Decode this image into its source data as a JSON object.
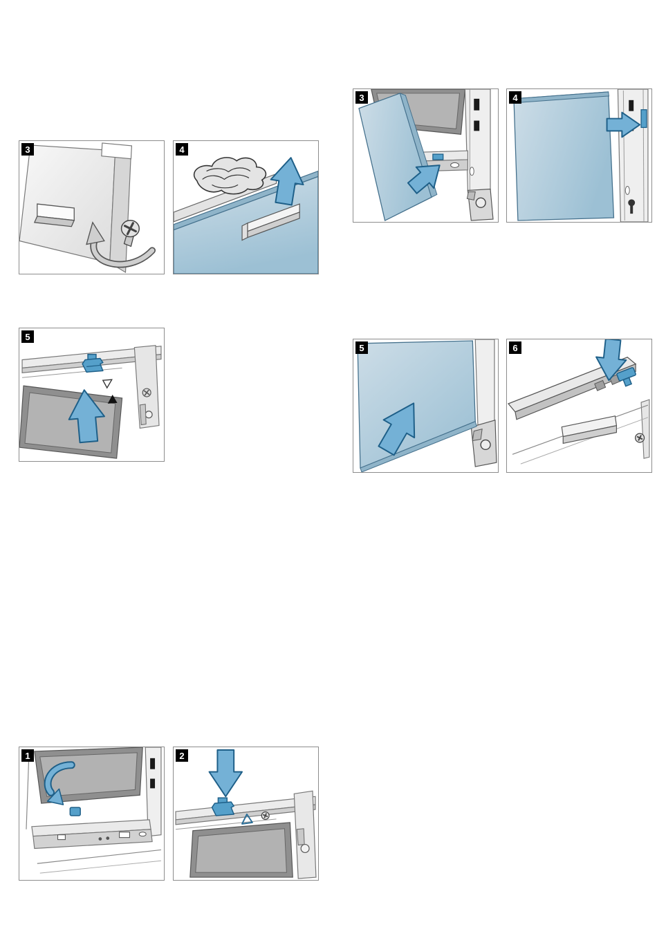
{
  "page": {
    "type": "appliance-manual-illustration-page",
    "background": "#ffffff"
  },
  "colors": {
    "badge_background": "#000000",
    "badge_number": "#ffffff",
    "arrow_blue": "#74b1d6",
    "arrow_outline": "#1e5f88",
    "glass_blue": "#b9d0de",
    "clip_blue": "#55a0ca",
    "dark_panel_gray": "#8f8f8f",
    "line_gray": "#555555"
  },
  "panels": [
    {
      "number": "3"
    },
    {
      "number": "4"
    },
    {
      "number": "5"
    },
    {
      "number": "3"
    },
    {
      "number": "4"
    },
    {
      "number": "5"
    },
    {
      "number": "6"
    },
    {
      "number": "1"
    },
    {
      "number": "2"
    }
  ]
}
